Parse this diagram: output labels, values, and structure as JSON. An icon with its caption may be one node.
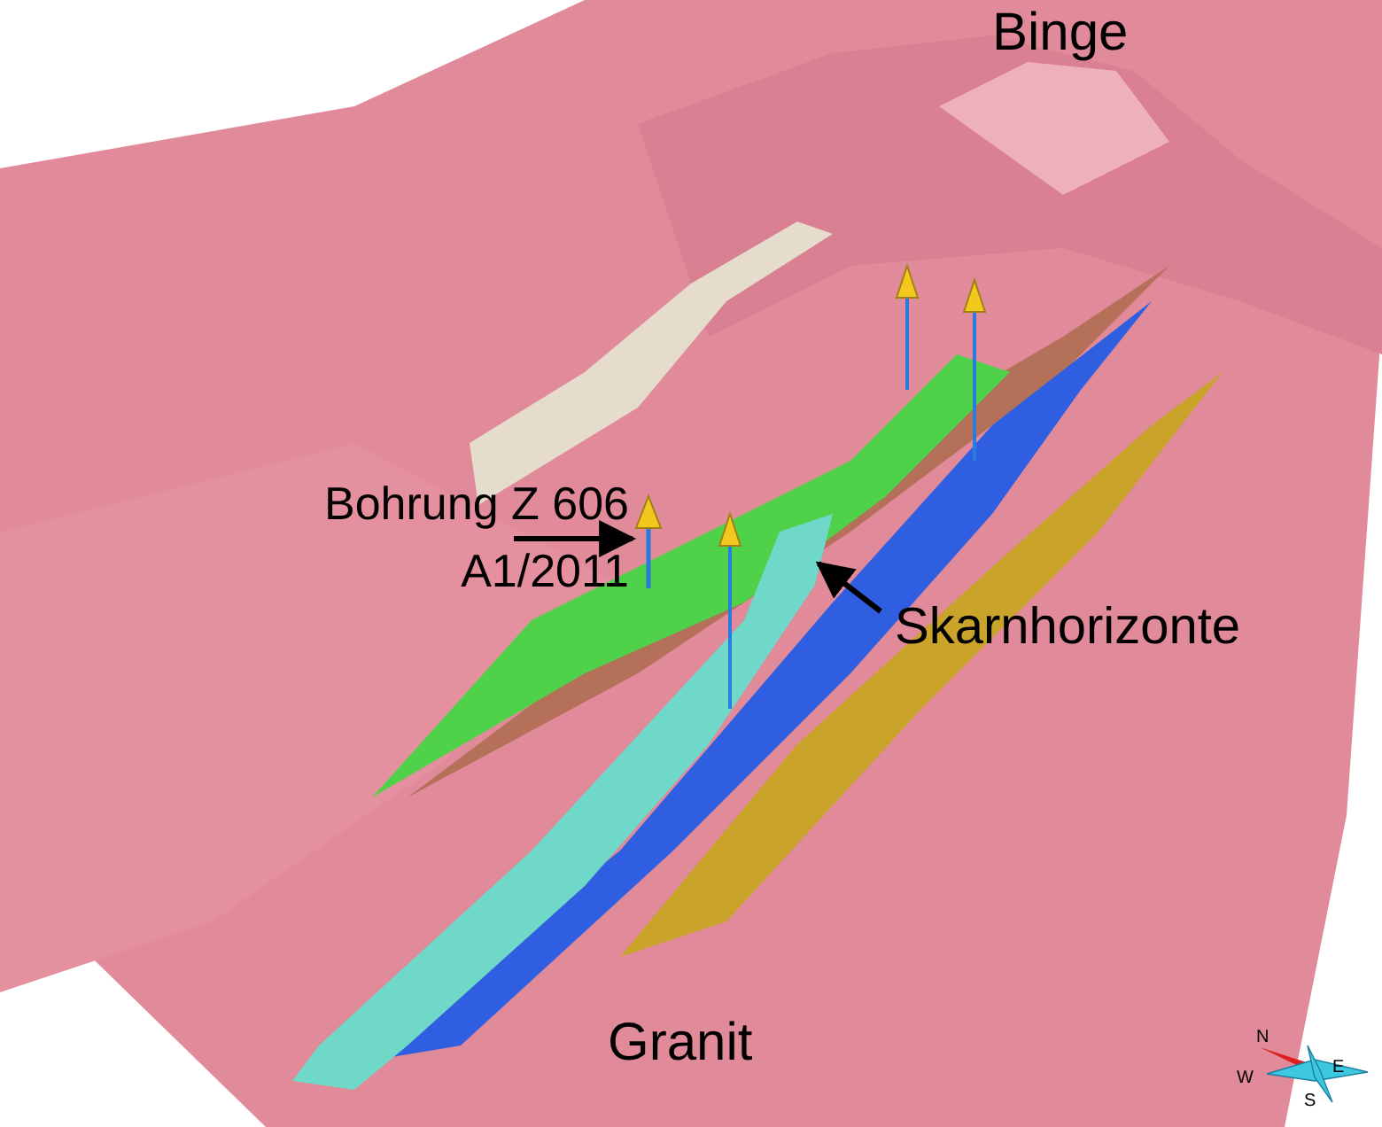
{
  "diagram": {
    "nodes": [
      {
        "text": [
          "Bohrung Z 606 A1/2011"
        ]
      },
      {
        "text": [],
        "shape": "picture"
      },
      {
        "text": [],
        "shape": "picture"
      },
      {
        "text": [
          "Skarnhorizonte"
        ]
      }
    ],
    "edges": [
      {
        "from": 0,
        "to": 1,
        "arrow": "to"
      },
      {
        "from": 3,
        "to": 2,
        "arrow": "to"
      }
    ],
    "labels": [
      "Binge",
      "Granit",
      "N",
      "E",
      "S",
      "W"
    ]
  }
}
